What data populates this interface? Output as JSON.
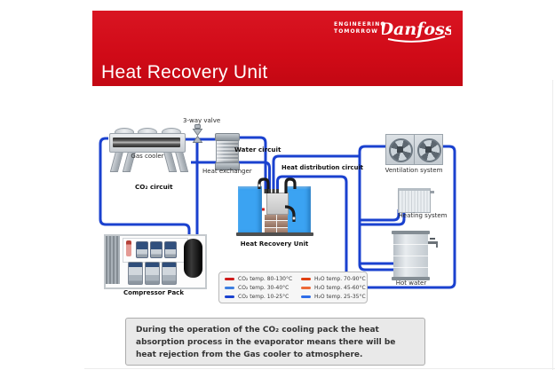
{
  "header": {
    "title": "Heat Recovery Unit",
    "tagline": [
      "ENGINEERING",
      "TOMORROW"
    ],
    "logo": "Danfoss"
  },
  "diagram": {
    "components": {
      "gas_cooler": "Gas cooler",
      "three_way_valve": "3-way valve",
      "heat_exchanger": "Heat exchanger",
      "heat_recovery_unit": "Heat Recovery Unit",
      "compressor_pack": "Compressor Pack",
      "ventilation_system": "Ventilation system",
      "heating_system": "Heating system",
      "hot_water": "Hot water"
    },
    "circuits": {
      "co2": "CO₂ circuit",
      "water": "Water circuit",
      "heat_distribution": "Heat distribution circuit"
    },
    "legend": {
      "items": [
        {
          "label": "CO₂ temp. 80-130°C",
          "color": "#cf1b1b"
        },
        {
          "label": "CO₂ temp. 30-40°C",
          "color": "#3d7fe0"
        },
        {
          "label": "CO₂ temp. 10-25°C",
          "color": "#1a41cf"
        },
        {
          "label": "H₂O temp. 70-90°C",
          "color": "#e04012"
        },
        {
          "label": "H₂O temp. 45-60°C",
          "color": "#ed6a38"
        },
        {
          "label": "H₂O temp. 25-35°C",
          "color": "#2e6de8"
        }
      ]
    }
  },
  "note": {
    "lines": [
      "During the operation of the CO₂ cooling pack the heat",
      "absorption process in the evaporator means there will be",
      "heat rejection from the Gas cooler to atmosphere."
    ]
  },
  "colors": {
    "header_red": "#d00a17",
    "pipe_blue": "#1a41cf",
    "tank_blue": "#3ba3f2",
    "black_pipe": "#1c1c1c"
  }
}
